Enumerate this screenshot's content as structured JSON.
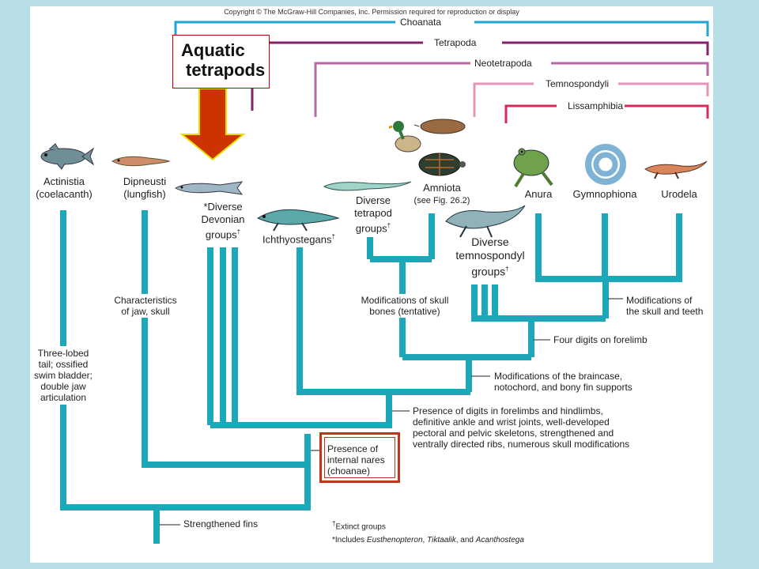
{
  "copyright": "Copyright © The McGraw-Hill Companies, Inc. Permission required for reproduction or display",
  "callout": {
    "line1": "Aquatic",
    "line2": "tetrapods"
  },
  "groups": {
    "choanata": "Choanata",
    "tetrapoda": "Tetrapoda",
    "neotetrapoda": "Neotetrapoda",
    "temnospondyli": "Temnospondyli",
    "lissamphibia": "Lissamphibia"
  },
  "taxa": {
    "actinistia": "Actinistia",
    "actinistia_common": "(coelacanth)",
    "dipneusti": "Dipneusti",
    "dipneusti_common": "(lungfish)",
    "devonian_1": "*Diverse",
    "devonian_2": "Devonian",
    "devonian_3": "groups",
    "ichthyostegans": "Ichthyostegans",
    "diverse_tetrapod_1": "Diverse",
    "diverse_tetrapod_2": "tetrapod",
    "diverse_tetrapod_3": "groups",
    "amniota": "Amniota",
    "amniota_ref": "(see Fig. 26.2)",
    "temno_1": "Diverse",
    "temno_2": "temnospondyl",
    "temno_3": "groups",
    "anura": "Anura",
    "gymnophiona": "Gymnophiona",
    "urodela": "Urodela",
    "dagger": "†"
  },
  "characters": {
    "jaw_1": "Characteristics",
    "jaw_2": "of jaw, skull",
    "tail_1": "Three-lobed",
    "tail_2": "tail; ossified",
    "tail_3": "swim bladder;",
    "tail_4": "double jaw",
    "tail_5": "articulation",
    "fins": "Strengthened fins",
    "nares_1": "Presence of",
    "nares_2": "internal nares",
    "nares_3": "(choanae)",
    "digits_1": "Presence of digits in forelimbs and hindlimbs,",
    "digits_2": "definitive ankle and wrist joints, well-developed",
    "digits_3": "pectoral and pelvic skeletons, strengthened and",
    "digits_4": "ventrally directed ribs, numerous skull modifications",
    "braincase_1": "Modifications of the braincase,",
    "braincase_2": "notochord, and bony fin supports",
    "forelimb": "Four digits on forelimb",
    "skullbones_1": "Modifications of skull",
    "skullbones_2": "bones (tentative)",
    "skullteeth_1": "Modifications of",
    "skullteeth_2": "the skull and teeth"
  },
  "footnotes": {
    "extinct": "Extinct groups",
    "includes_prefix": "*Includes ",
    "includes_1": "Eusthenopteron",
    "includes_sep1": ", ",
    "includes_2": "Tiktaalik",
    "includes_sep2": ", and ",
    "includes_3": "Acanthostega"
  },
  "colors": {
    "tree": "#1ba7b7",
    "choanata": "#1ea6d6",
    "tetrapoda": "#8a1f6b",
    "neotetrapoda": "#b56aa5",
    "temnospondyli": "#e496b8",
    "lissamphibia": "#d62a5b",
    "arrow": "#cc3300",
    "background": "#b8dfe5"
  }
}
